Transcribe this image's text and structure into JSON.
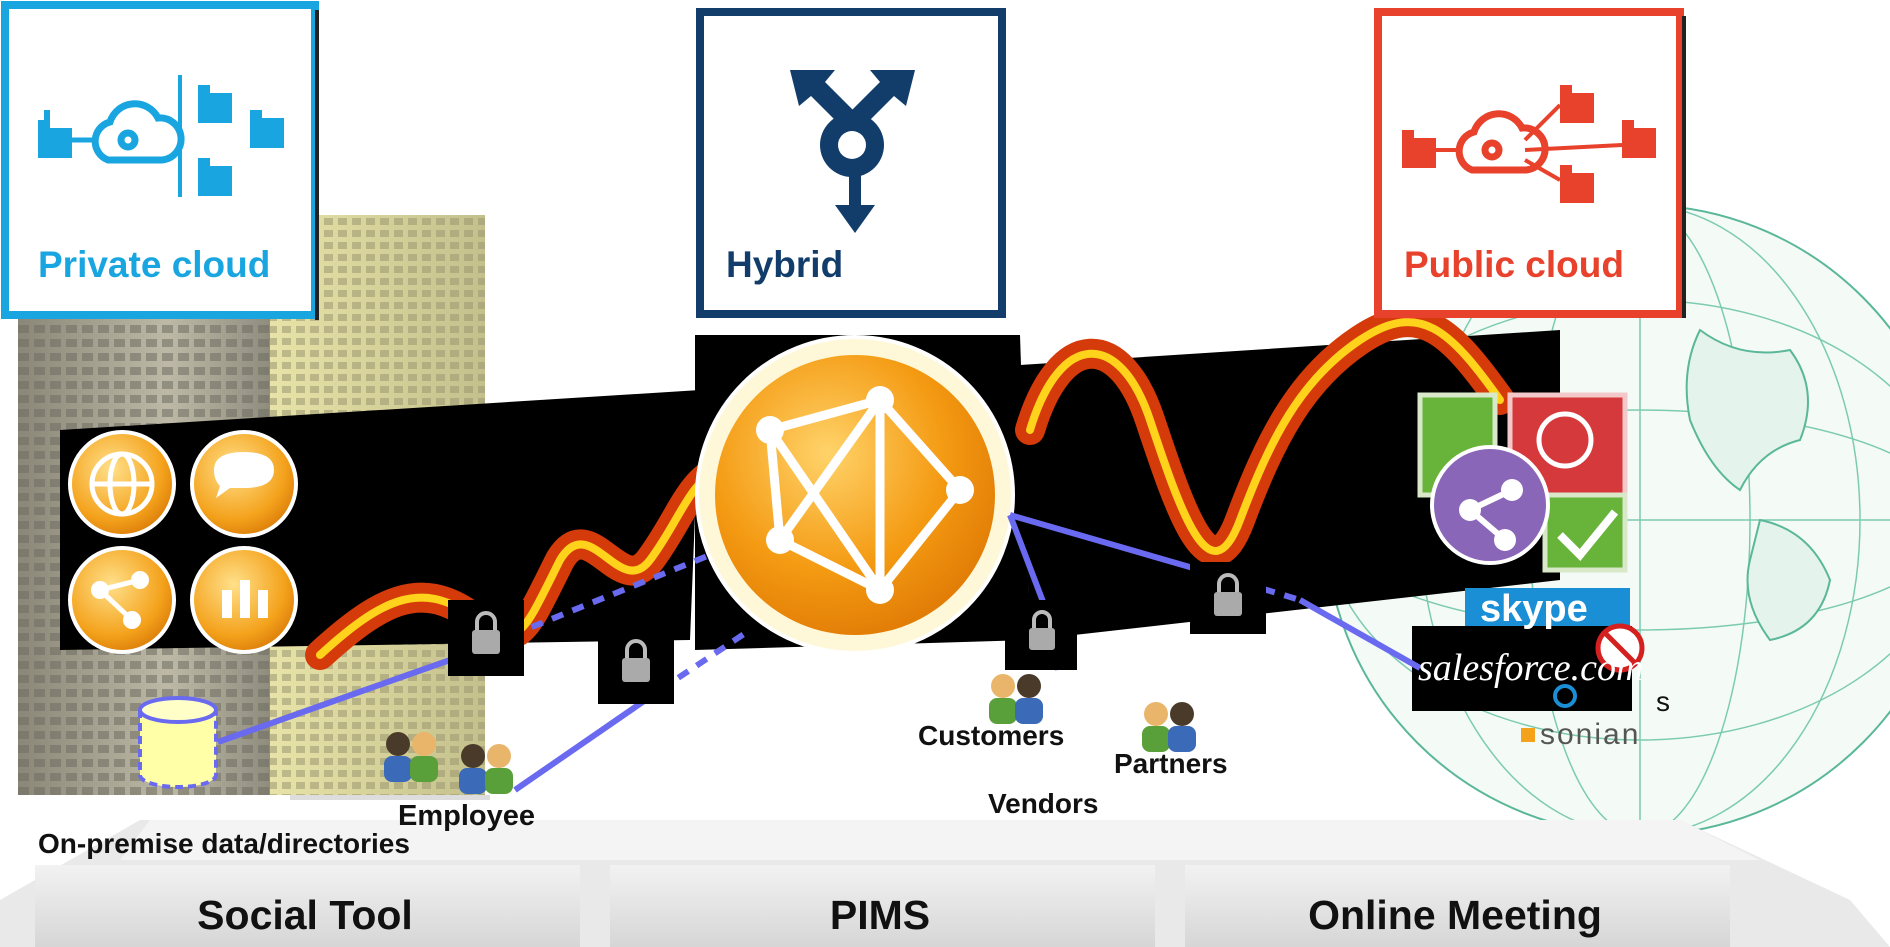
{
  "clouds": {
    "private": {
      "title": "Private cloud",
      "color": "#19a6e0"
    },
    "hybrid": {
      "title": "Hybrid",
      "color": "#123d6b"
    },
    "public": {
      "title": "Public cloud",
      "color": "#e8412c"
    }
  },
  "nodes": {
    "customers": "Customers",
    "partners": "Partners",
    "vendors": "Vendors",
    "employee": "Employee",
    "on_premise": "On-premise  data/directories"
  },
  "platform": {
    "labels": [
      "Social Tool",
      "PIMS",
      "Online Meeting"
    ]
  },
  "service_logos": {
    "skype": "skype",
    "salesforce": "salesforce.com",
    "sonian": "sonian",
    "partial_s": "s"
  },
  "colors": {
    "wave_outer": "#d43a0a",
    "wave_inner": "#ffd21c",
    "link_line": "#6a6af0",
    "globe_orange": "#f49a12"
  },
  "icons": [
    "building-icon",
    "cloud-icon",
    "arrows-icon",
    "globe-network-icon",
    "lock-icon",
    "users-icon",
    "database-icon",
    "world-globe-icon"
  ]
}
